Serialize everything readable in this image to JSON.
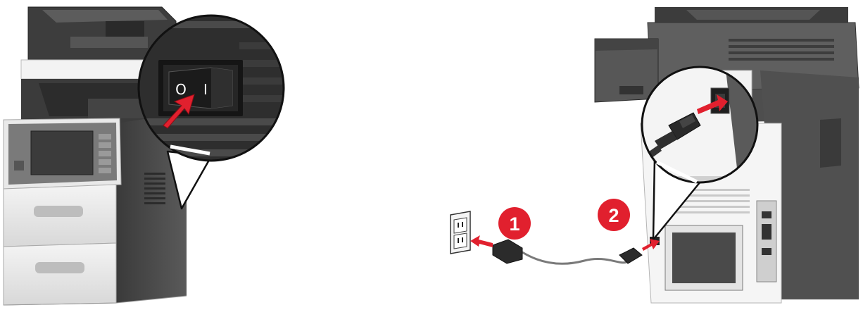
{
  "illustration": {
    "left_panel": {
      "subject": "printer-front",
      "callout": "power-switch",
      "switch_labels": {
        "off": "O",
        "on": "I"
      }
    },
    "right_panel": {
      "subject": "printer-rear",
      "callout": "power-cord-port",
      "steps": [
        {
          "number": "1",
          "target": "wall-outlet"
        },
        {
          "number": "2",
          "target": "printer-power-port"
        }
      ]
    }
  },
  "colors": {
    "printer_dark": "#4a4a4a",
    "printer_mid": "#6b6b6b",
    "printer_light": "#ececec",
    "panel_white": "#f7f7f7",
    "accent_red": "#e1202e",
    "outline": "#222222"
  }
}
